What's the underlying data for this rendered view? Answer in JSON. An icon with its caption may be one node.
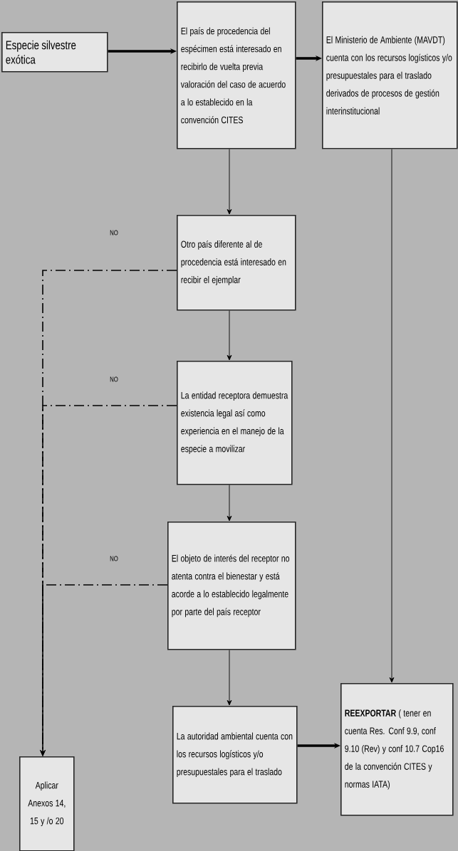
{
  "diagram": {
    "nodes": [
      {
        "text": [
          "Especie silvestre exótica"
        ]
      },
      {
        "text": [
          "El país de procedencia del espécimen está interesado en recibirlo de vuelta previa valoración del caso de acuerdo a lo establecido en la convención CITES"
        ]
      },
      {
        "text": [
          "El Ministerio de Ambiente (MAVDT) cuenta con los recursos logísticos y/o presupuestales para el traslado derivados de procesos de gestión interinstitucional"
        ]
      },
      {
        "text": [
          "Otro país diferente al de procedencia está interesado en recibir el ejemplar"
        ]
      },
      {
        "text": [
          "La entidad receptora demuestra existencia legal así como experiencia en el manejo de la especie a movilizar"
        ]
      },
      {
        "text": [
          "El objeto de interés del receptor no atenta contra el bienestar y está acorde a lo establecido legalmente por parte del país receptor"
        ]
      },
      {
        "text": [
          "La autoridad ambiental cuenta con los recursos logísticos y/o presupuestales para el traslado"
        ]
      },
      {
        "text": [
          "**REEXPORTAR** ( tener en cuenta Res. Conf 9.9, conf 9.10 (Rev) y conf 10.7 Cop16 de la convención CITES y normas IATA)"
        ]
      },
      {
        "text": [
          "Aplicar Anexos 14, 15 y /o 20"
        ]
      }
    ],
    "edges": [
      {
        "from": 0,
        "to": 1,
        "arrow": "to",
        "style": "thick"
      },
      {
        "from": 1,
        "to": 2,
        "arrow": "to",
        "style": "thick"
      },
      {
        "from": 1,
        "to": 3,
        "arrow": "to"
      },
      {
        "from": 3,
        "to": 4,
        "arrow": "to"
      },
      {
        "from": 4,
        "to": 5,
        "arrow": "to"
      },
      {
        "from": 5,
        "to": 6,
        "arrow": "to"
      },
      {
        "from": 6,
        "to": 7,
        "arrow": "to",
        "style": "thick"
      },
      {
        "from": 2,
        "to": 7,
        "arrow": "to"
      },
      {
        "from": 3,
        "to": 8,
        "arrow": "to",
        "style": "dashed",
        "label": "NO"
      },
      {
        "from": 4,
        "to": 8,
        "arrow": "to",
        "style": "dashed",
        "label": "NO"
      },
      {
        "from": 5,
        "to": 8,
        "arrow": "to",
        "style": "dashed",
        "label": "NO"
      }
    ]
  }
}
